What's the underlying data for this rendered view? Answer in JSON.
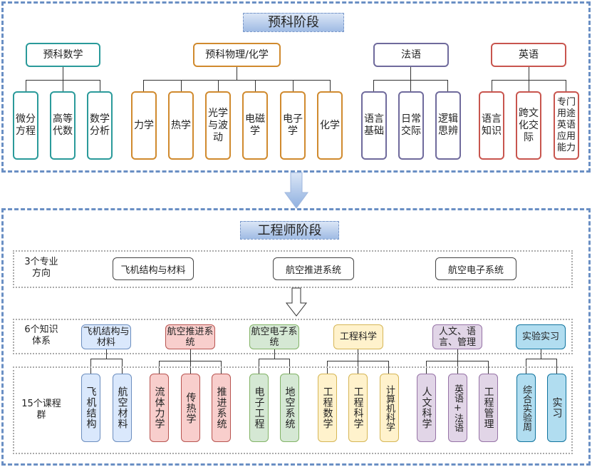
{
  "prep_stage": {
    "title": "预科阶段",
    "groups": [
      {
        "name": "预科数学",
        "items": [
          "微分方程",
          "高等代数",
          "数学分析"
        ]
      },
      {
        "name": "预科物理/化学",
        "items": [
          "力学",
          "热学",
          "光学与波动",
          "电磁学",
          "电子学",
          "化学"
        ]
      },
      {
        "name": "法语",
        "items": [
          "语言基础",
          "日常交际",
          "逻辑思辨"
        ]
      },
      {
        "name": "英语",
        "items": [
          "语言知识",
          "跨文化交际",
          "专门用途英语应用能力"
        ]
      }
    ]
  },
  "engineer_stage": {
    "title": "工程师阶段",
    "directions_label": "3个专业方向",
    "directions": [
      "飞机结构与材料",
      "航空推进系统",
      "航空电子系统"
    ],
    "knowledge_label": "6个知识体系",
    "knowledge": [
      {
        "name": "飞机结构与材料",
        "courses": [
          "飞机结构",
          "航空材料"
        ]
      },
      {
        "name": "航空推进系统",
        "courses": [
          "流体力学",
          "传热学",
          "推进系统"
        ]
      },
      {
        "name": "航空电子系统",
        "courses": [
          "电子工程",
          "地空系统"
        ]
      },
      {
        "name": "工程科学",
        "courses": [
          "工程数学",
          "工程科学",
          "计算机科学"
        ]
      },
      {
        "name": "人文、语言、管理",
        "courses": [
          "人文科学",
          "英语+法语",
          "工程管理"
        ]
      },
      {
        "name": "实验实习",
        "courses": [
          "综合实验周",
          "实习"
        ]
      }
    ],
    "courses_label": "15个课程群"
  },
  "colors": {
    "stage_border": "#6a8fc4",
    "math": "#2a9a9a",
    "physics": "#d08a2e",
    "french": "#6f6a9c",
    "english": "#c8554e"
  }
}
